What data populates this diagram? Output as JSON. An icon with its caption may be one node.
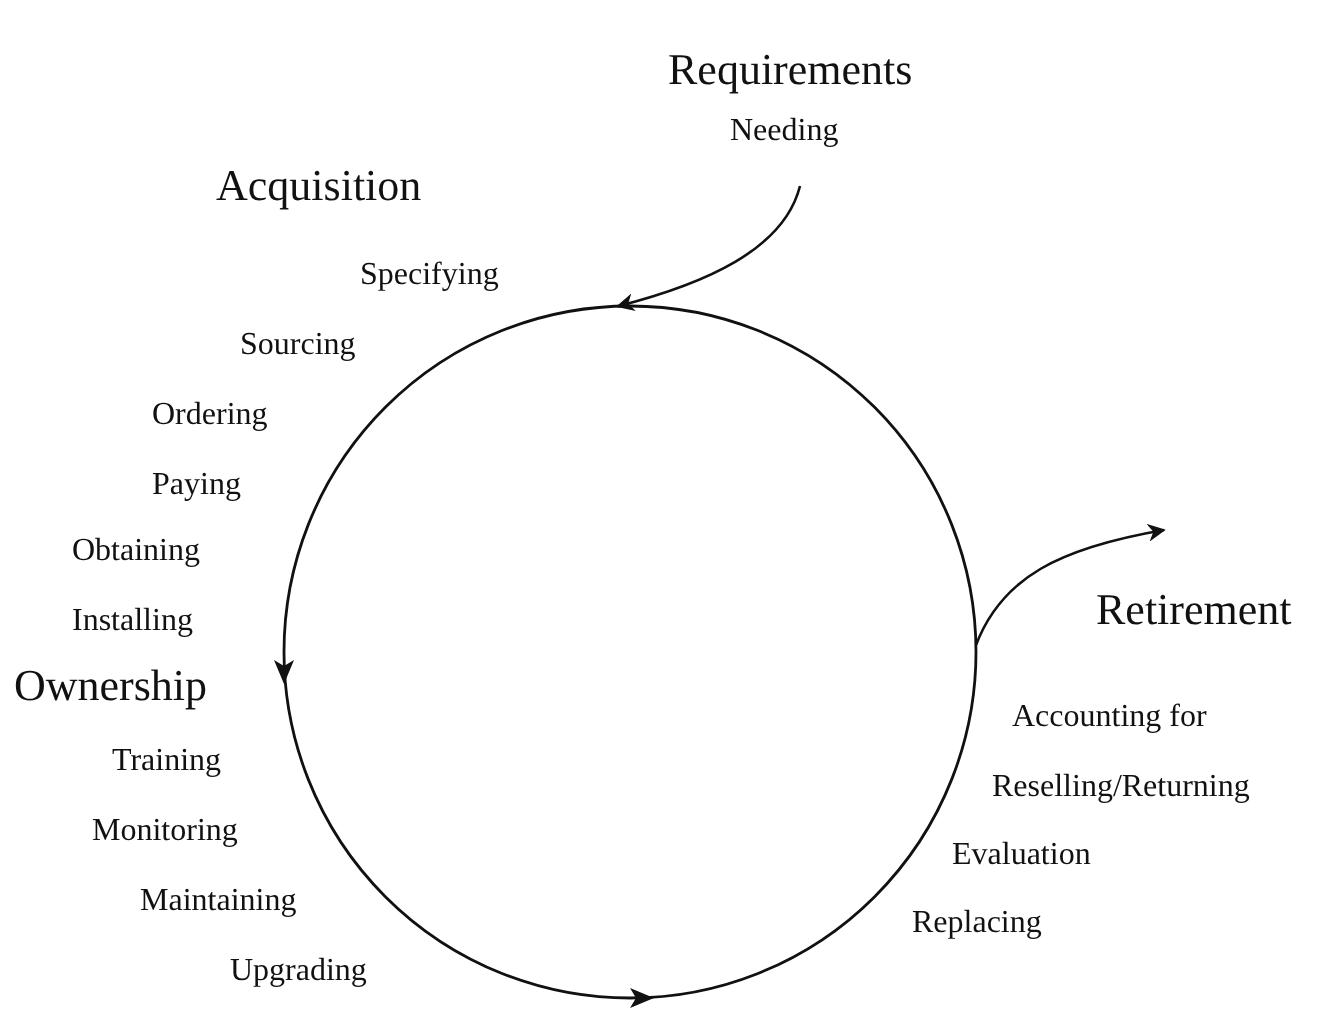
{
  "diagram": {
    "nodes": [
      {
        "text": [
          "Needing"
        ]
      },
      {
        "text": [],
        "shape": "circle"
      }
    ],
    "edges": [
      {
        "from": 0,
        "to": 1,
        "arrow": "to"
      },
      {
        "from": 1,
        "to": null,
        "arrow": "to"
      }
    ],
    "labels": [
      "Requirements",
      "Acquisition",
      "Specifying",
      "Sourcing",
      "Ordering",
      "Paying",
      "Obtaining",
      "Installing",
      "Ownership",
      "Training",
      "Monitoring",
      "Maintaining",
      "Upgrading",
      "Retirement",
      "Accounting for",
      "Reselling/Returning",
      "Evaluation",
      "Replacing"
    ]
  }
}
